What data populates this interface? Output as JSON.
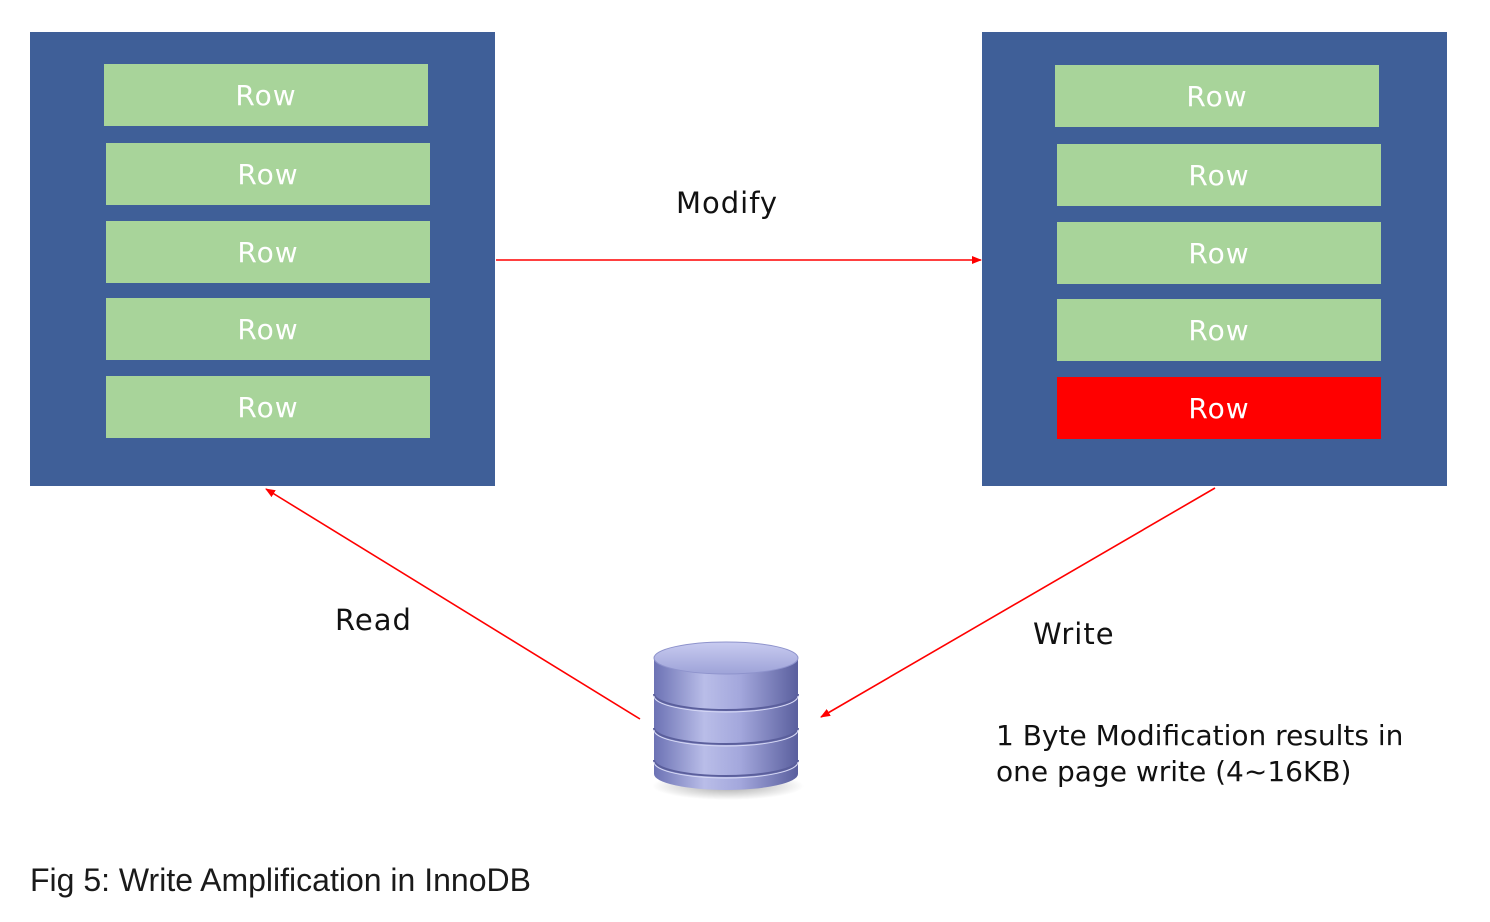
{
  "diagram": {
    "left_page": {
      "rows": [
        "Row",
        "Row",
        "Row",
        "Row",
        "Row"
      ]
    },
    "right_page": {
      "rows": [
        "Row",
        "Row",
        "Row",
        "Row",
        "Row"
      ],
      "modified_row_index": 4
    },
    "edges": {
      "modify": "Modify",
      "read": "Read",
      "write": "Write"
    },
    "note": {
      "line1": "1 Byte Modification results in",
      "line2": "one page write (4~16KB)"
    },
    "caption": "Fig 5: Write Amplification in InnoDB",
    "colors": {
      "page": "#3f5f98",
      "row": "#a8d49a",
      "modified_row": "#ff0000",
      "arrow": "#ff0000"
    },
    "icons": {
      "storage": "database-icon"
    }
  }
}
